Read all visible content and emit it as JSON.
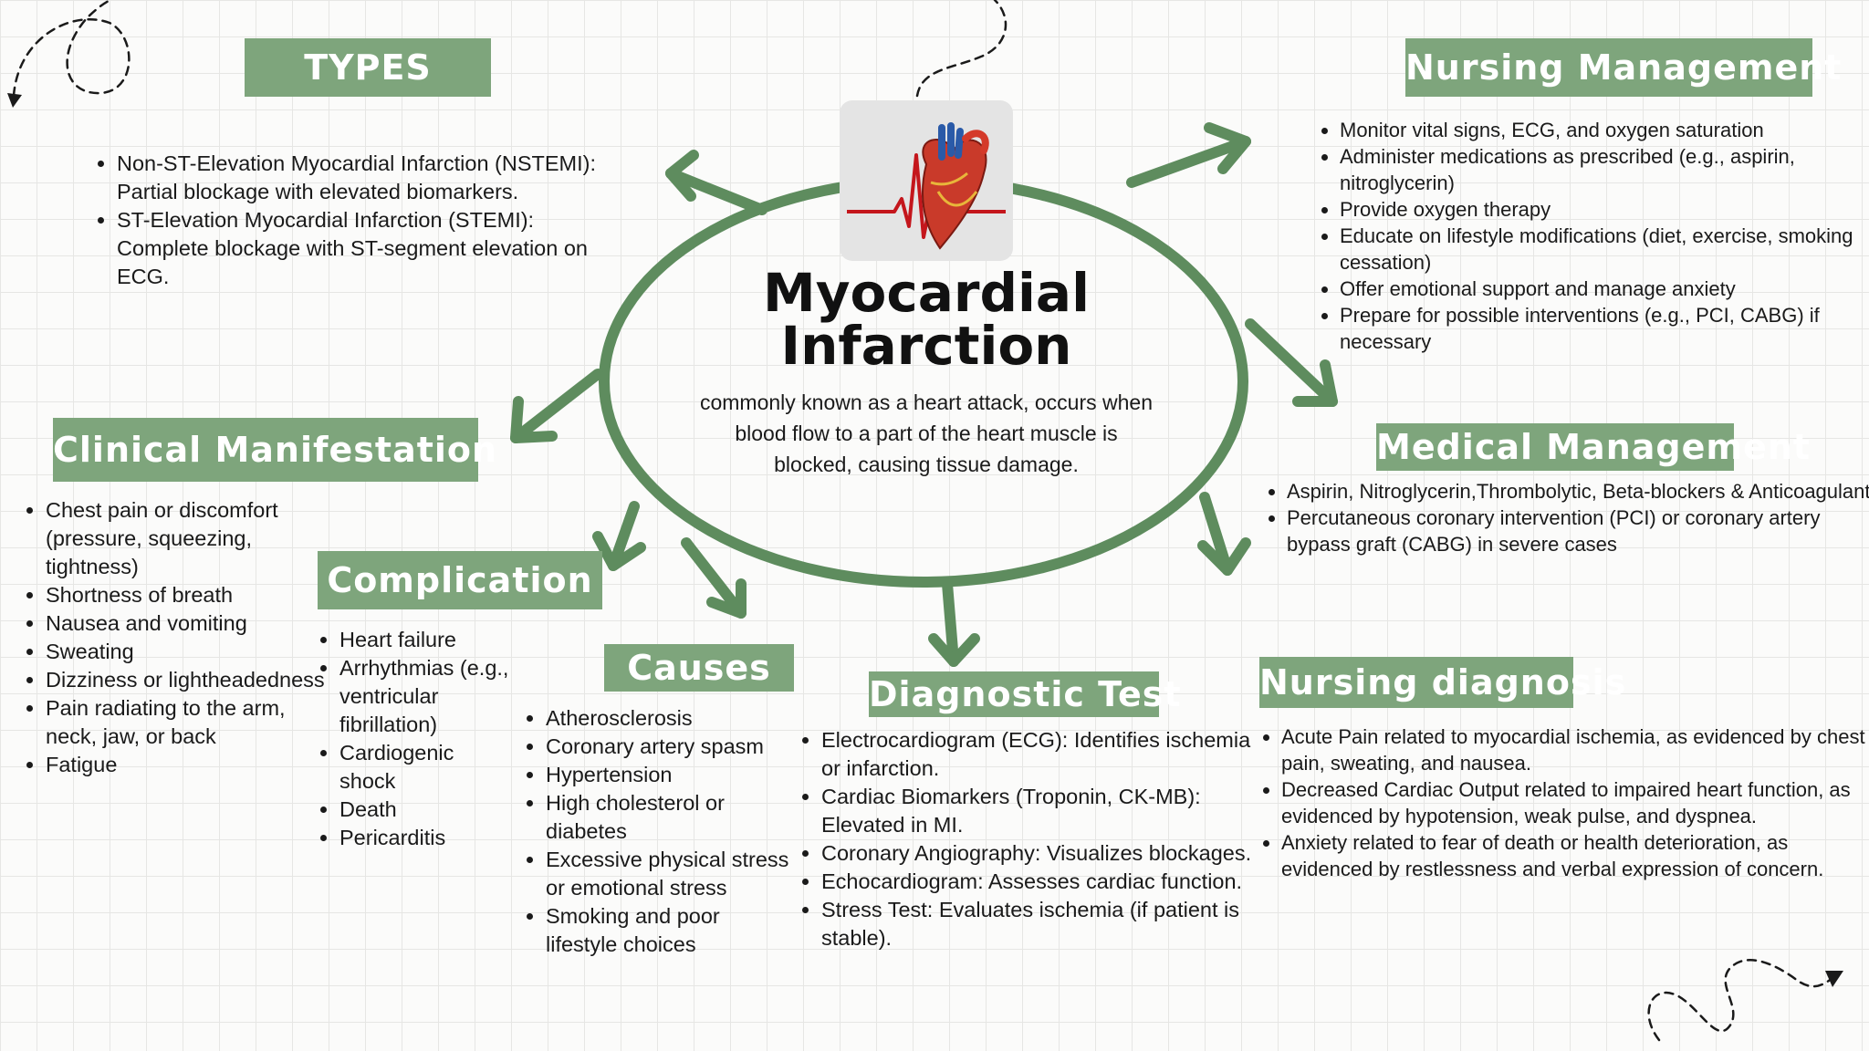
{
  "center": {
    "title": "Myocardial Infarction",
    "description": "commonly known as a heart attack, occurs when blood flow to a part of the heart muscle is blocked, causing tissue damage."
  },
  "colors": {
    "accent": "#7ea57c",
    "arrow": "#5e8c5e",
    "grid": "#e6e6e4"
  },
  "sections": {
    "types": {
      "title": "TYPES",
      "items": [
        "Non-ST-Elevation Myocardial Infarction (NSTEMI): Partial blockage with elevated biomarkers.",
        "ST-Elevation Myocardial Infarction (STEMI): Complete blockage with ST-segment elevation on ECG."
      ]
    },
    "nursing_management": {
      "title": "Nursing Management",
      "items": [
        "Monitor vital signs, ECG, and oxygen saturation",
        "Administer medications as prescribed (e.g., aspirin, nitroglycerin)",
        "Provide oxygen therapy",
        "Educate on lifestyle modifications (diet, exercise, smoking cessation)",
        "Offer emotional support and manage anxiety",
        "Prepare for possible interventions (e.g., PCI, CABG) if necessary"
      ]
    },
    "clinical_manifestation": {
      "title": "Clinical Manifestation",
      "items": [
        "Chest pain or discomfort (pressure, squeezing, tightness)",
        "Shortness of breath",
        "Nausea and vomiting",
        "Sweating",
        "Dizziness or lightheadedness",
        "Pain radiating to the arm, neck, jaw, or back",
        "Fatigue"
      ]
    },
    "medical_management": {
      "title": "Medical Management",
      "items": [
        "Aspirin, Nitroglycerin,Thrombolytic, Beta-blockers & Anticoagulants.",
        "Percutaneous coronary intervention (PCI) or coronary artery bypass graft (CABG) in severe cases"
      ]
    },
    "complication": {
      "title": "Complication",
      "items": [
        "Heart failure",
        "Arrhythmias (e.g., ventricular fibrillation)",
        "Cardiogenic shock",
        "Death",
        "Pericarditis"
      ]
    },
    "causes": {
      "title": "Causes",
      "items": [
        "Atherosclerosis",
        "Coronary artery spasm",
        "Hypertension",
        "High cholesterol or diabetes",
        "Excessive physical stress or emotional stress",
        "Smoking and poor lifestyle choices"
      ]
    },
    "diagnostic_test": {
      "title": "Diagnostic Test",
      "items": [
        "Electrocardiogram (ECG): Identifies ischemia or infarction.",
        "Cardiac Biomarkers (Troponin, CK-MB): Elevated in MI.",
        "Coronary Angiography: Visualizes blockages.",
        "Echocardiogram: Assesses cardiac function.",
        "Stress Test: Evaluates ischemia (if patient is stable)."
      ]
    },
    "nursing_diagnosis": {
      "title": "Nursing diagnosis",
      "items": [
        "Acute Pain related to myocardial ischemia, as evidenced by chest pain, sweating, and nausea.",
        "Decreased Cardiac Output related to impaired heart function, as evidenced by hypotension, weak pulse, and dyspnea.",
        "Anxiety related to fear of death or health deterioration, as evidenced by restlessness and verbal expression of concern."
      ]
    }
  }
}
